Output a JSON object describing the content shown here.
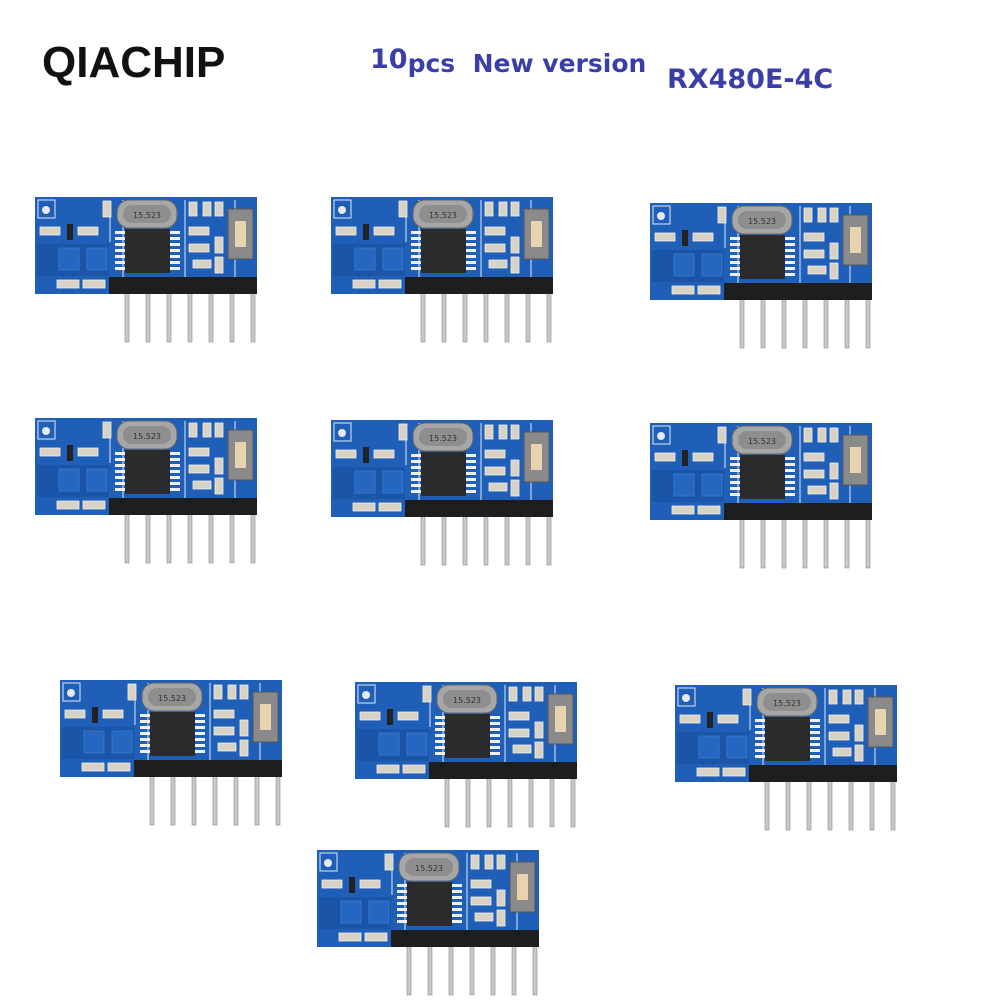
{
  "header": {
    "brand": "QIACHIP",
    "quantity_number": "10",
    "quantity_unit": "pcs",
    "version_label": "New version",
    "model": "RX480E-4C"
  },
  "product": {
    "count": 10,
    "crystal_label": "15.523",
    "colors": {
      "pcb": "#1f5fb8",
      "pcb_dark": "#16479a",
      "pin": "#c8c8c8",
      "header": "#1e1e1e"
    }
  }
}
